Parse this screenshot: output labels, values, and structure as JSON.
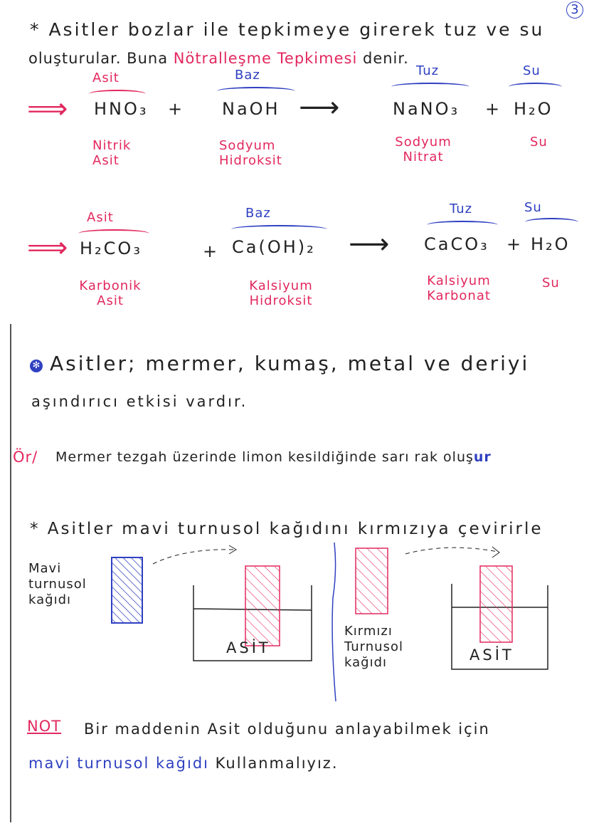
{
  "page_number": "3",
  "intro": {
    "line1": "* Asitler bozlar ile tepkimeye girerek tuz ve su",
    "line2_start": "oluşturular. Buna",
    "line2_highlight": "Nötralleşme Tepkimesi",
    "line2_end": "denir."
  },
  "reaction1": {
    "labels": [
      "Asit",
      "Baz",
      "Tuz",
      "Su"
    ],
    "formulas": [
      "HNO₃",
      "NaOH",
      "NaNO₃",
      "H₂O"
    ],
    "plus": "+",
    "names": [
      "Nitrik Asit",
      "Sodyum Hidroksit",
      "Sodyum Nitrat",
      "Su"
    ]
  },
  "reaction2": {
    "labels": [
      "Asit",
      "Baz",
      "Tuz",
      "Su"
    ],
    "formulas": [
      "H₂CO₃",
      "Ca(OH)₂",
      "CaCO₃",
      "H₂O"
    ],
    "plus": "+",
    "names": [
      "Karbonik Asit",
      "Kalsiyum Hidroksit",
      "Kalsiyum Karbonat",
      "Su"
    ]
  },
  "corrosion": {
    "line1": "Asitler; mermer, kumaş, metal ve deriyi",
    "line2": "aşındırıcı etkisi vardır."
  },
  "example": {
    "prefix": "Ör/",
    "text": "Mermer tezgah üzerinde limon kesildiğinde sarı rak oluş",
    "tail": "ur"
  },
  "litmus": {
    "statement": "* Asitler mavi turnusol kağıdını kırmızıya çevirirle",
    "blue_paper_label": [
      "Mavi",
      "turnusol",
      "kağıdı"
    ],
    "red_paper_label": [
      "Kırmızı",
      "Turnusol",
      "kağıdı"
    ],
    "beaker_label": "ASİT"
  },
  "note": {
    "prefix": "NOT",
    "line1": "Bir maddenin Asit olduğunu anlayabilmek için",
    "line2_highlight": "mavi turnusol kağıdı",
    "line2_end": "Kullanmalıyız."
  },
  "colors": {
    "red": "#e2285e",
    "blue": "#2f40c0",
    "ink": "#222222"
  }
}
